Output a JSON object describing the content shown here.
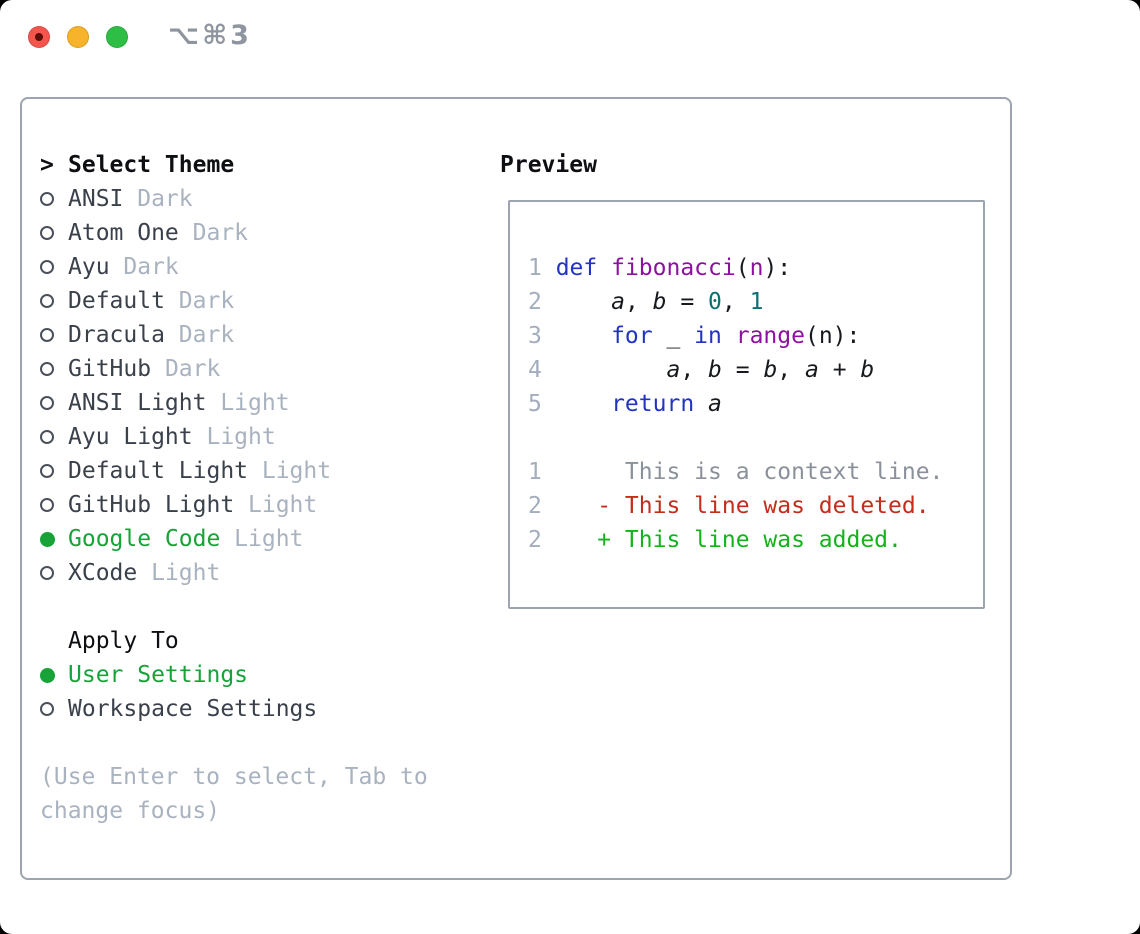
{
  "titlebar": {
    "shortcut": "⌥⌘3",
    "buttons": [
      "close",
      "minimize",
      "zoom"
    ]
  },
  "theme_panel": {
    "header": {
      "indicator": ">",
      "label": "Select Theme"
    },
    "themes": [
      {
        "name": "ANSI",
        "variant": "Dark",
        "selected": false
      },
      {
        "name": "Atom One",
        "variant": "Dark",
        "selected": false
      },
      {
        "name": "Ayu",
        "variant": "Dark",
        "selected": false
      },
      {
        "name": "Default",
        "variant": "Dark",
        "selected": false
      },
      {
        "name": "Dracula",
        "variant": "Dark",
        "selected": false
      },
      {
        "name": "GitHub",
        "variant": "Dark",
        "selected": false
      },
      {
        "name": "ANSI Light",
        "variant": "Light",
        "selected": false
      },
      {
        "name": "Ayu Light",
        "variant": "Light",
        "selected": false
      },
      {
        "name": "Default Light",
        "variant": "Light",
        "selected": false
      },
      {
        "name": "GitHub Light",
        "variant": "Light",
        "selected": false
      },
      {
        "name": "Google Code",
        "variant": "Light",
        "selected": true
      },
      {
        "name": "XCode",
        "variant": "Light",
        "selected": false
      }
    ],
    "apply_to": {
      "label": "Apply To",
      "options": [
        {
          "name": "User Settings",
          "selected": true
        },
        {
          "name": "Workspace Settings",
          "selected": false
        }
      ]
    },
    "help_lines": [
      "(Use Enter to select, Tab to",
      "change focus)"
    ]
  },
  "preview": {
    "title": "Preview",
    "lines": [
      {
        "num": "1",
        "tokens": [
          {
            "c": "kw",
            "t": "def"
          },
          {
            "c": "pl",
            "t": " "
          },
          {
            "c": "fn",
            "t": "fibonacci"
          },
          {
            "c": "pl",
            "t": "("
          },
          {
            "c": "fn",
            "t": "n"
          },
          {
            "c": "pl",
            "t": "):"
          }
        ]
      },
      {
        "num": "2",
        "tokens": [
          {
            "c": "pl",
            "t": "    "
          },
          {
            "c": "var",
            "t": "a"
          },
          {
            "c": "pl",
            "t": ", "
          },
          {
            "c": "var",
            "t": "b"
          },
          {
            "c": "pl",
            "t": " = "
          },
          {
            "c": "lit",
            "t": "0"
          },
          {
            "c": "pl",
            "t": ", "
          },
          {
            "c": "lit",
            "t": "1"
          }
        ]
      },
      {
        "num": "3",
        "tokens": [
          {
            "c": "pl",
            "t": "    "
          },
          {
            "c": "kw",
            "t": "for"
          },
          {
            "c": "pl",
            "t": " _ "
          },
          {
            "c": "kw",
            "t": "in"
          },
          {
            "c": "pl",
            "t": " "
          },
          {
            "c": "fn",
            "t": "range"
          },
          {
            "c": "pl",
            "t": "(n):"
          }
        ]
      },
      {
        "num": "4",
        "tokens": [
          {
            "c": "pl",
            "t": "        "
          },
          {
            "c": "var",
            "t": "a"
          },
          {
            "c": "pl",
            "t": ", "
          },
          {
            "c": "var",
            "t": "b"
          },
          {
            "c": "pl",
            "t": " = "
          },
          {
            "c": "var",
            "t": "b"
          },
          {
            "c": "pl",
            "t": ", "
          },
          {
            "c": "var",
            "t": "a"
          },
          {
            "c": "pl",
            "t": " + "
          },
          {
            "c": "var",
            "t": "b"
          }
        ]
      },
      {
        "num": "5",
        "tokens": [
          {
            "c": "pl",
            "t": "    "
          },
          {
            "c": "kw",
            "t": "return"
          },
          {
            "c": "pl",
            "t": " "
          },
          {
            "c": "var",
            "t": "a"
          }
        ]
      },
      {
        "num": "",
        "tokens": []
      },
      {
        "num": "1",
        "tokens": [
          {
            "c": "ctx",
            "t": "     This is a context line."
          }
        ]
      },
      {
        "num": "2",
        "tokens": [
          {
            "c": "del",
            "t": "   - This line was deleted."
          }
        ]
      },
      {
        "num": "2",
        "tokens": [
          {
            "c": "add",
            "t": "   + This line was added."
          }
        ]
      }
    ]
  },
  "colors": {
    "accent_green": "#17a338",
    "diff_added": "#14b31c",
    "diff_deleted": "#c22d1c",
    "keyword_blue": "#2233c2",
    "function_purple": "#8d10a0",
    "literal_teal": "#0c7070",
    "muted_gray": "#a9b2bf",
    "border_gray": "#9ca4af",
    "traffic_red": "#f4564e",
    "traffic_yellow": "#f7b32c",
    "traffic_green": "#2fbe45"
  }
}
